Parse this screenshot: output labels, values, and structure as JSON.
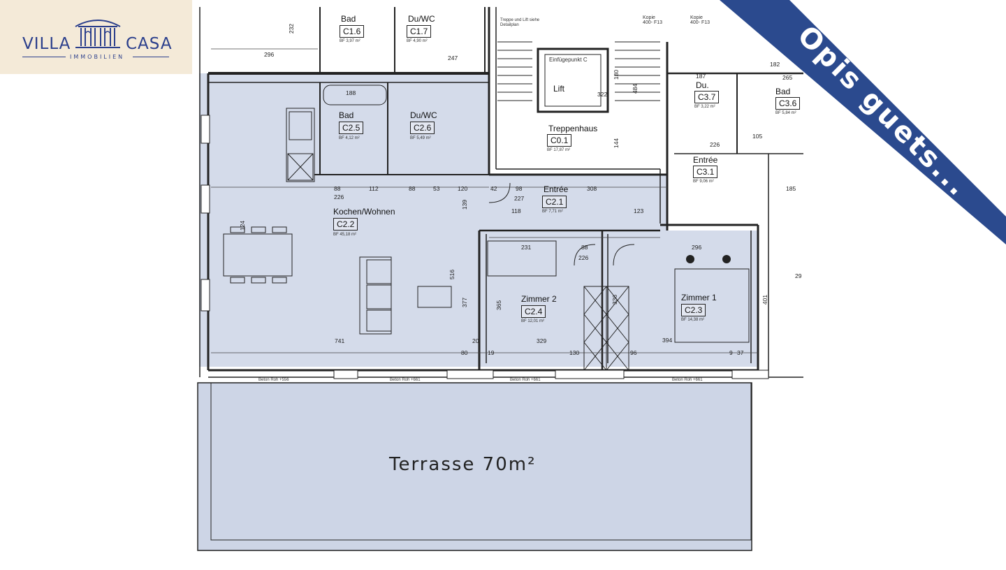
{
  "logo": {
    "left": "VILLA",
    "right": "CASA",
    "sub": "IMMOBILIEN",
    "color": "#2b3f8c",
    "background": "#f4ead8",
    "icon": "building-columns-icon"
  },
  "ribbon": {
    "text": "Öpis guets...",
    "color": "#2b4a8e"
  },
  "terrace": {
    "label": "Terrasse 70m²"
  },
  "rooms": [
    {
      "key": "bad_c16",
      "name": "Bad",
      "tag": "C1.6",
      "area": "BF 3,97 m²"
    },
    {
      "key": "duwc_c17",
      "name": "Du/WC",
      "tag": "C1.7",
      "area": "BF 4,90 m²"
    },
    {
      "key": "bad_c25",
      "name": "Bad",
      "tag": "C2.5",
      "area": "BF 4,12 m²"
    },
    {
      "key": "duwc_c26",
      "name": "Du/WC",
      "tag": "C2.6",
      "area": "BF 5,49 m²"
    },
    {
      "key": "treppenhaus_c01",
      "name": "Treppenhaus",
      "tag": "C0.1",
      "area": "BF 17,87 m²"
    },
    {
      "key": "entree_c21",
      "name": "Entrée",
      "tag": "C2.1",
      "area": "BF 7,71 m²"
    },
    {
      "key": "kochen_c22",
      "name": "Kochen/Wohnen",
      "tag": "C2.2",
      "area": "BF 45,18 m²"
    },
    {
      "key": "zimmer2_c24",
      "name": "Zimmer 2",
      "tag": "C2.4",
      "area": "BF 12,01 m²"
    },
    {
      "key": "zimmer1_c23",
      "name": "Zimmer 1",
      "tag": "C2.3",
      "area": "BF 14,38 m²"
    },
    {
      "key": "du_c37",
      "name": "Du.",
      "tag": "C3.7",
      "area": "BF 3,22 m²"
    },
    {
      "key": "bad_c36",
      "name": "Bad",
      "tag": "C3.6",
      "area": "BF 5,84 m²"
    },
    {
      "key": "entree_c31",
      "name": "Entrée",
      "tag": "C3.1",
      "area": "BF 9,06 m²"
    }
  ],
  "labels": {
    "lift": "Lift",
    "einfuegepunkt": "Einfügepunkt C",
    "treppe_lift": "Treppe und Lift siehe Detailplan",
    "kopie1": "Kopie 400- F13",
    "kopie2": "Kopie 400- F13",
    "beton_roh": "Beton Roh +661",
    "beton_roh_556": "Beton Roh +556"
  },
  "dimensions": [
    "296",
    "188",
    "226",
    "88",
    "112",
    "88",
    "53",
    "120",
    "42",
    "98",
    "308",
    "227",
    "118",
    "123",
    "231",
    "88",
    "226",
    "296",
    "741",
    "20",
    "80",
    "19",
    "329",
    "130",
    "96",
    "394",
    "9",
    "37",
    "265",
    "182",
    "187",
    "105",
    "226",
    "185",
    "29",
    "484",
    "180",
    "144",
    "139",
    "516",
    "377",
    "365",
    "336",
    "401",
    "124",
    "322",
    "247",
    "232"
  ]
}
